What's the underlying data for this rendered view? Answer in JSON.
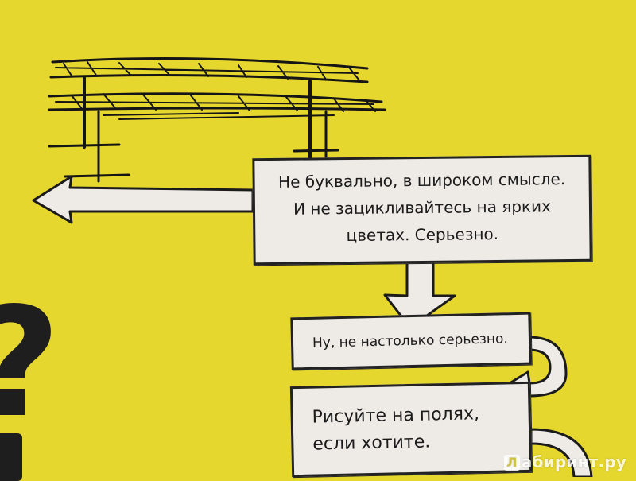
{
  "page": {
    "background_color": "#e6d72e",
    "box_color": "#eeebe6",
    "ink_color": "#1b1b1b"
  },
  "flow": {
    "box1": {
      "line1": "Не буквально, в широком смысле.",
      "line2": "И не зацикливайтесь на ярких",
      "line3": "цветах. Серьезно."
    },
    "box2": {
      "text": "Ну, не настолько серьезно."
    },
    "box3": {
      "line1": "Рисуйте на полях,",
      "line2": "если хотите."
    }
  },
  "decor": {
    "question_mark": "?",
    "sketch": "hand-drawn-table-sketch",
    "arrows": [
      "arrow-left-icon",
      "arrow-down-icon",
      "arrow-curve-right-icon"
    ]
  },
  "watermark": {
    "badge": "Л",
    "text": "абиринт.ру"
  }
}
